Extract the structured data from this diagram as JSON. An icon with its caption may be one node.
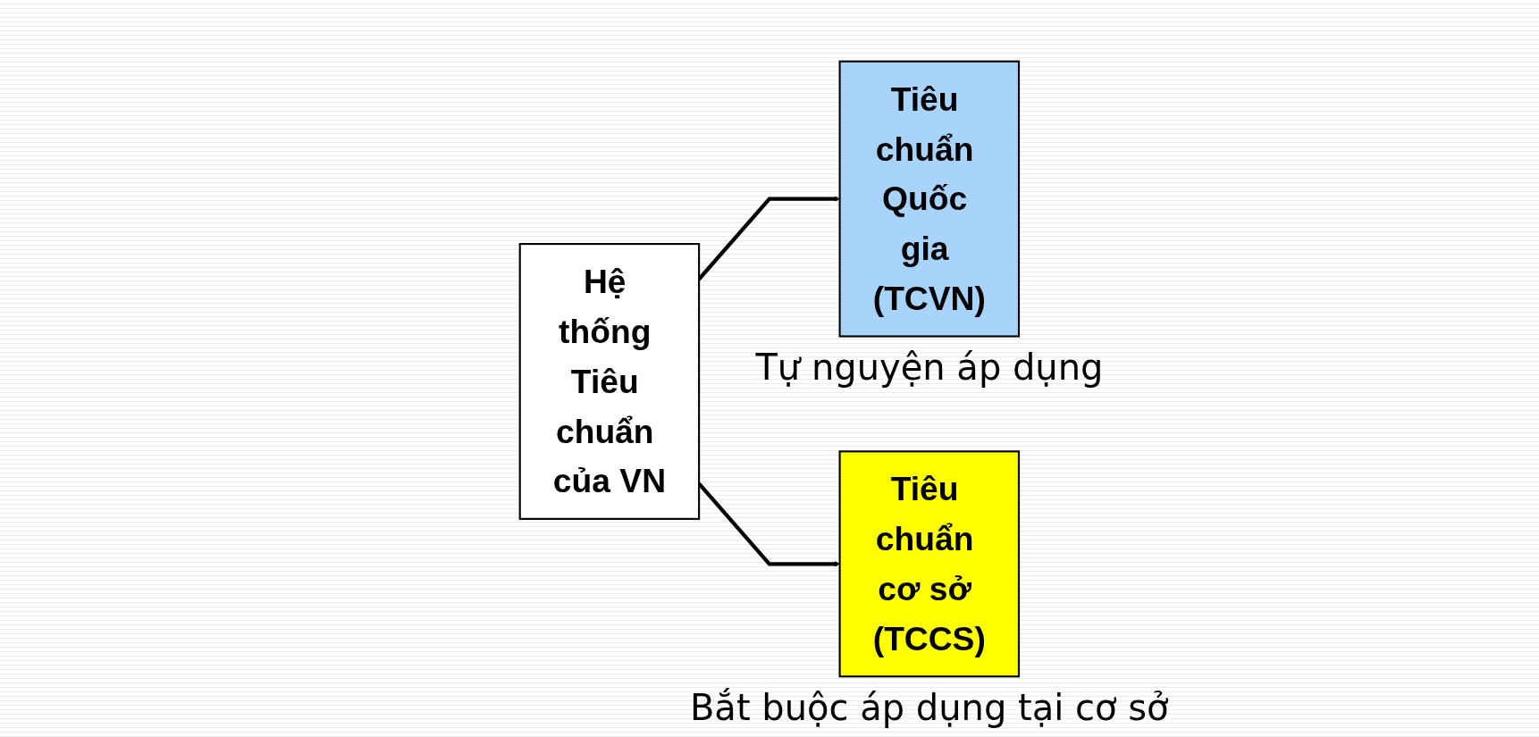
{
  "diagram": {
    "nodes": [
      {
        "text": [
          "Hệ thống Tiêu chuẩn của VN"
        ]
      },
      {
        "text": [
          "Tiêu chuẩn Quốc gia (TCVN)"
        ],
        "beside": [
          "Tự nguyện áp dụng"
        ]
      },
      {
        "text": [
          "Tiêu chuẩn cơ sở (TCCS)"
        ],
        "beside": [
          "Bắt buộc áp dụng tại cơ sở"
        ]
      }
    ],
    "edges": [
      {
        "from": 0,
        "to": 1,
        "arrow": "to"
      },
      {
        "from": 0,
        "to": 2,
        "arrow": "to"
      }
    ]
  }
}
